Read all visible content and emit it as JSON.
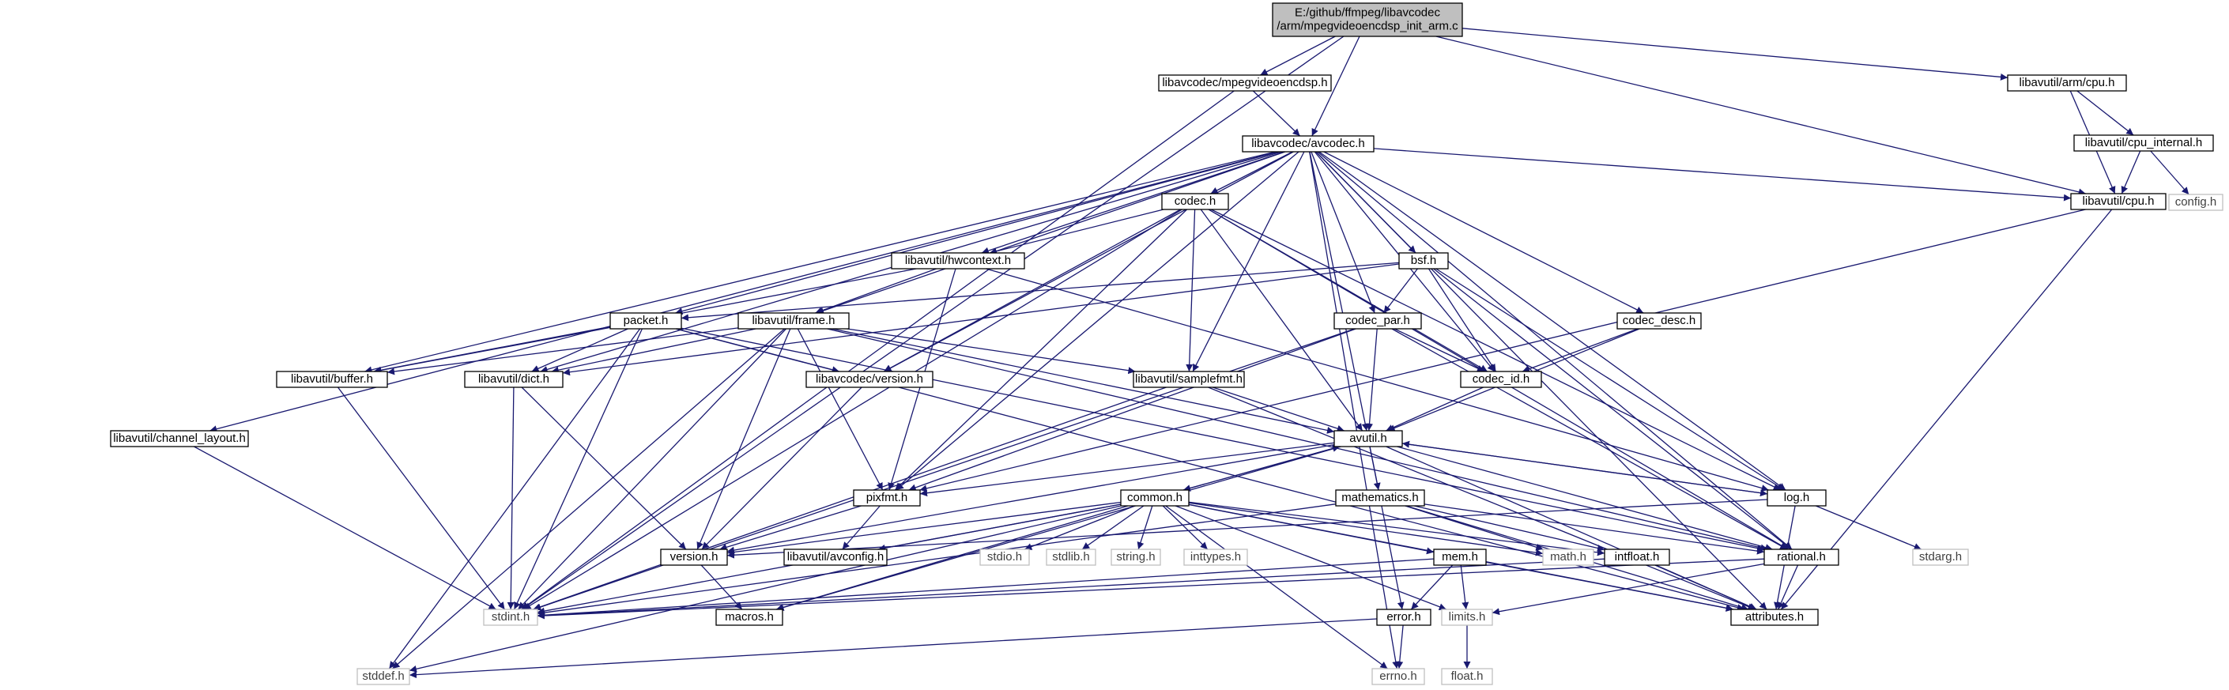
{
  "diagram": {
    "nodes": [
      {
        "id": "root",
        "lines": [
          "E:/github/ffmpeg/libavcodec",
          "/arm/mpegvideoencdsp_init_arm.c"
        ],
        "kind": "main"
      },
      {
        "id": "mpegvideoencdsp",
        "lines": [
          "libavcodec/mpegvideoencdsp.h"
        ],
        "kind": "int"
      },
      {
        "id": "armcpu",
        "lines": [
          "libavutil/arm/cpu.h"
        ],
        "kind": "int"
      },
      {
        "id": "avcodec",
        "lines": [
          "libavcodec/avcodec.h"
        ],
        "kind": "int"
      },
      {
        "id": "cpuinternal",
        "lines": [
          "libavutil/cpu_internal.h"
        ],
        "kind": "int"
      },
      {
        "id": "cpu",
        "lines": [
          "libavutil/cpu.h"
        ],
        "kind": "int"
      },
      {
        "id": "config",
        "lines": [
          "config.h"
        ],
        "kind": "ext"
      },
      {
        "id": "codec",
        "lines": [
          "codec.h"
        ],
        "kind": "int"
      },
      {
        "id": "hwcontext",
        "lines": [
          "libavutil/hwcontext.h"
        ],
        "kind": "int"
      },
      {
        "id": "bsf",
        "lines": [
          "bsf.h"
        ],
        "kind": "int"
      },
      {
        "id": "packet",
        "lines": [
          "packet.h"
        ],
        "kind": "int"
      },
      {
        "id": "frame",
        "lines": [
          "libavutil/frame.h"
        ],
        "kind": "int"
      },
      {
        "id": "codecpar",
        "lines": [
          "codec_par.h"
        ],
        "kind": "int"
      },
      {
        "id": "codecdesc",
        "lines": [
          "codec_desc.h"
        ],
        "kind": "int"
      },
      {
        "id": "buffer",
        "lines": [
          "libavutil/buffer.h"
        ],
        "kind": "int"
      },
      {
        "id": "dict",
        "lines": [
          "libavutil/dict.h"
        ],
        "kind": "int"
      },
      {
        "id": "version",
        "lines": [
          "libavcodec/version.h"
        ],
        "kind": "int"
      },
      {
        "id": "samplefmt",
        "lines": [
          "libavutil/samplefmt.h"
        ],
        "kind": "int"
      },
      {
        "id": "codecid",
        "lines": [
          "codec_id.h"
        ],
        "kind": "int"
      },
      {
        "id": "chlayout",
        "lines": [
          "libavutil/channel_layout.h"
        ],
        "kind": "int"
      },
      {
        "id": "avutil",
        "lines": [
          "avutil.h"
        ],
        "kind": "int"
      },
      {
        "id": "pixfmt",
        "lines": [
          "pixfmt.h"
        ],
        "kind": "int"
      },
      {
        "id": "common",
        "lines": [
          "common.h"
        ],
        "kind": "int"
      },
      {
        "id": "mathematics",
        "lines": [
          "mathematics.h"
        ],
        "kind": "int"
      },
      {
        "id": "log",
        "lines": [
          "log.h"
        ],
        "kind": "int"
      },
      {
        "id": "uversion",
        "lines": [
          "version.h"
        ],
        "kind": "int"
      },
      {
        "id": "avconfig",
        "lines": [
          "libavutil/avconfig.h"
        ],
        "kind": "int"
      },
      {
        "id": "stdio",
        "lines": [
          "stdio.h"
        ],
        "kind": "ext"
      },
      {
        "id": "stdlib",
        "lines": [
          "stdlib.h"
        ],
        "kind": "ext"
      },
      {
        "id": "string",
        "lines": [
          "string.h"
        ],
        "kind": "ext"
      },
      {
        "id": "inttypes",
        "lines": [
          "inttypes.h"
        ],
        "kind": "ext"
      },
      {
        "id": "mem",
        "lines": [
          "mem.h"
        ],
        "kind": "int"
      },
      {
        "id": "math",
        "lines": [
          "math.h"
        ],
        "kind": "ext"
      },
      {
        "id": "intfloat",
        "lines": [
          "intfloat.h"
        ],
        "kind": "int"
      },
      {
        "id": "rational",
        "lines": [
          "rational.h"
        ],
        "kind": "int"
      },
      {
        "id": "stdarg",
        "lines": [
          "stdarg.h"
        ],
        "kind": "ext"
      },
      {
        "id": "stdint",
        "lines": [
          "stdint.h"
        ],
        "kind": "ext"
      },
      {
        "id": "macros",
        "lines": [
          "macros.h"
        ],
        "kind": "int"
      },
      {
        "id": "error",
        "lines": [
          "error.h"
        ],
        "kind": "int"
      },
      {
        "id": "limits",
        "lines": [
          "limits.h"
        ],
        "kind": "ext"
      },
      {
        "id": "attributes",
        "lines": [
          "attributes.h"
        ],
        "kind": "int"
      },
      {
        "id": "errno",
        "lines": [
          "errno.h"
        ],
        "kind": "ext"
      },
      {
        "id": "float",
        "lines": [
          "float.h"
        ],
        "kind": "ext"
      },
      {
        "id": "stddef",
        "lines": [
          "stddef.h"
        ],
        "kind": "ext"
      }
    ],
    "edges": [
      [
        "root",
        "mpegvideoencdsp"
      ],
      [
        "root",
        "avcodec"
      ],
      [
        "root",
        "armcpu"
      ],
      [
        "root",
        "cpu"
      ],
      [
        "root",
        "stdint"
      ],
      [
        "mpegvideoencdsp",
        "avcodec"
      ],
      [
        "mpegvideoencdsp",
        "stdint"
      ],
      [
        "armcpu",
        "cpu"
      ],
      [
        "armcpu",
        "cpuinternal"
      ],
      [
        "cpuinternal",
        "cpu"
      ],
      [
        "cpuinternal",
        "config"
      ],
      [
        "cpu",
        "attributes"
      ],
      [
        "cpu",
        "pixfmt"
      ],
      [
        "avcodec",
        "codec"
      ],
      [
        "avcodec",
        "hwcontext"
      ],
      [
        "avcodec",
        "bsf"
      ],
      [
        "avcodec",
        "packet"
      ],
      [
        "avcodec",
        "frame"
      ],
      [
        "avcodec",
        "codecpar"
      ],
      [
        "avcodec",
        "codecdesc"
      ],
      [
        "avcodec",
        "buffer"
      ],
      [
        "avcodec",
        "dict"
      ],
      [
        "avcodec",
        "version"
      ],
      [
        "avcodec",
        "samplefmt"
      ],
      [
        "avcodec",
        "codecid"
      ],
      [
        "avcodec",
        "chlayout"
      ],
      [
        "avcodec",
        "avutil"
      ],
      [
        "avcodec",
        "pixfmt"
      ],
      [
        "avcodec",
        "log"
      ],
      [
        "avcodec",
        "rational"
      ],
      [
        "avcodec",
        "attributes"
      ],
      [
        "avcodec",
        "errno"
      ],
      [
        "avcodec",
        "cpu"
      ],
      [
        "codec",
        "hwcontext"
      ],
      [
        "codec",
        "codecid"
      ],
      [
        "codec",
        "avutil"
      ],
      [
        "codec",
        "pixfmt"
      ],
      [
        "codec",
        "samplefmt"
      ],
      [
        "codec",
        "log"
      ],
      [
        "codec",
        "rational"
      ],
      [
        "codec",
        "version"
      ],
      [
        "codec",
        "stdint"
      ],
      [
        "hwcontext",
        "buffer"
      ],
      [
        "hwcontext",
        "frame"
      ],
      [
        "hwcontext",
        "pixfmt"
      ],
      [
        "hwcontext",
        "log"
      ],
      [
        "bsf",
        "packet"
      ],
      [
        "bsf",
        "codecpar"
      ],
      [
        "bsf",
        "codecid"
      ],
      [
        "bsf",
        "dict"
      ],
      [
        "bsf",
        "log"
      ],
      [
        "bsf",
        "rational"
      ],
      [
        "packet",
        "buffer"
      ],
      [
        "packet",
        "dict"
      ],
      [
        "packet",
        "stdint"
      ],
      [
        "packet",
        "stddef"
      ],
      [
        "packet",
        "attributes"
      ],
      [
        "packet",
        "rational"
      ],
      [
        "packet",
        "version"
      ],
      [
        "frame",
        "buffer"
      ],
      [
        "frame",
        "dict"
      ],
      [
        "frame",
        "pixfmt"
      ],
      [
        "frame",
        "samplefmt"
      ],
      [
        "frame",
        "avutil"
      ],
      [
        "frame",
        "rational"
      ],
      [
        "frame",
        "uversion"
      ],
      [
        "frame",
        "stdint"
      ],
      [
        "frame",
        "stddef"
      ],
      [
        "codecpar",
        "codecid"
      ],
      [
        "codecpar",
        "avutil"
      ],
      [
        "codecpar",
        "pixfmt"
      ],
      [
        "codecpar",
        "rational"
      ],
      [
        "codecpar",
        "stdint"
      ],
      [
        "codecdesc",
        "codecid"
      ],
      [
        "codecdesc",
        "avutil"
      ],
      [
        "codecid",
        "avutil"
      ],
      [
        "buffer",
        "stdint"
      ],
      [
        "dict",
        "stdint"
      ],
      [
        "dict",
        "uversion"
      ],
      [
        "version",
        "uversion"
      ],
      [
        "samplefmt",
        "avutil"
      ],
      [
        "samplefmt",
        "attributes"
      ],
      [
        "samplefmt",
        "stdint"
      ],
      [
        "chlayout",
        "stdint"
      ],
      [
        "avutil",
        "common"
      ],
      [
        "avutil",
        "mathematics"
      ],
      [
        "avutil",
        "log"
      ],
      [
        "avutil",
        "pixfmt"
      ],
      [
        "avutil",
        "rational"
      ],
      [
        "avutil",
        "uversion"
      ],
      [
        "avutil",
        "macros"
      ],
      [
        "avutil",
        "attributes"
      ],
      [
        "avutil",
        "error"
      ],
      [
        "pixfmt",
        "uversion"
      ],
      [
        "pixfmt",
        "avconfig"
      ],
      [
        "common",
        "errno"
      ],
      [
        "common",
        "inttypes"
      ],
      [
        "common",
        "limits"
      ],
      [
        "common",
        "math"
      ],
      [
        "common",
        "stdint"
      ],
      [
        "common",
        "stdio"
      ],
      [
        "common",
        "stdlib"
      ],
      [
        "common",
        "string"
      ],
      [
        "common",
        "attributes"
      ],
      [
        "common",
        "macros"
      ],
      [
        "common",
        "uversion"
      ],
      [
        "common",
        "avconfig"
      ],
      [
        "common",
        "mem"
      ],
      [
        "common",
        "intfloat"
      ],
      [
        "common",
        "avutil"
      ],
      [
        "common",
        "stddef"
      ],
      [
        "mathematics",
        "stdint"
      ],
      [
        "mathematics",
        "math"
      ],
      [
        "mathematics",
        "attributes"
      ],
      [
        "mathematics",
        "rational"
      ],
      [
        "mathematics",
        "intfloat"
      ],
      [
        "log",
        "stdarg"
      ],
      [
        "log",
        "attributes"
      ],
      [
        "log",
        "uversion"
      ],
      [
        "log",
        "avutil"
      ],
      [
        "mem",
        "limits"
      ],
      [
        "mem",
        "stdint"
      ],
      [
        "mem",
        "attributes"
      ],
      [
        "mem",
        "error"
      ],
      [
        "intfloat",
        "stdint"
      ],
      [
        "intfloat",
        "attributes"
      ],
      [
        "rational",
        "stdint"
      ],
      [
        "rational",
        "limits"
      ],
      [
        "rational",
        "attributes"
      ],
      [
        "error",
        "errno"
      ],
      [
        "error",
        "stddef"
      ],
      [
        "uversion",
        "macros"
      ],
      [
        "limits",
        "float"
      ]
    ]
  }
}
